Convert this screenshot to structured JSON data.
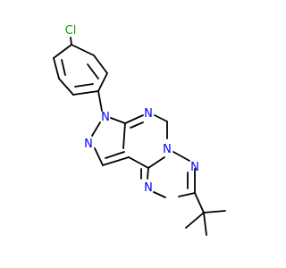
{
  "molecule": {
    "atoms": {
      "cl": {
        "text": "Cl",
        "color": "#00aa00"
      },
      "n_pyrazole_n1": {
        "text": "N",
        "color": "#0000ff"
      },
      "n_pyrazole_n2": {
        "text": "N",
        "color": "#0000ff"
      },
      "n_pyrimidine_top": {
        "text": "N",
        "color": "#0000ff"
      },
      "n_bridge": {
        "text": "N",
        "color": "#0000ff"
      },
      "n_triazole_upper": {
        "text": "N",
        "color": "#0000ff"
      },
      "n_triazole_lower": {
        "text": "N",
        "color": "#0000ff"
      }
    }
  }
}
